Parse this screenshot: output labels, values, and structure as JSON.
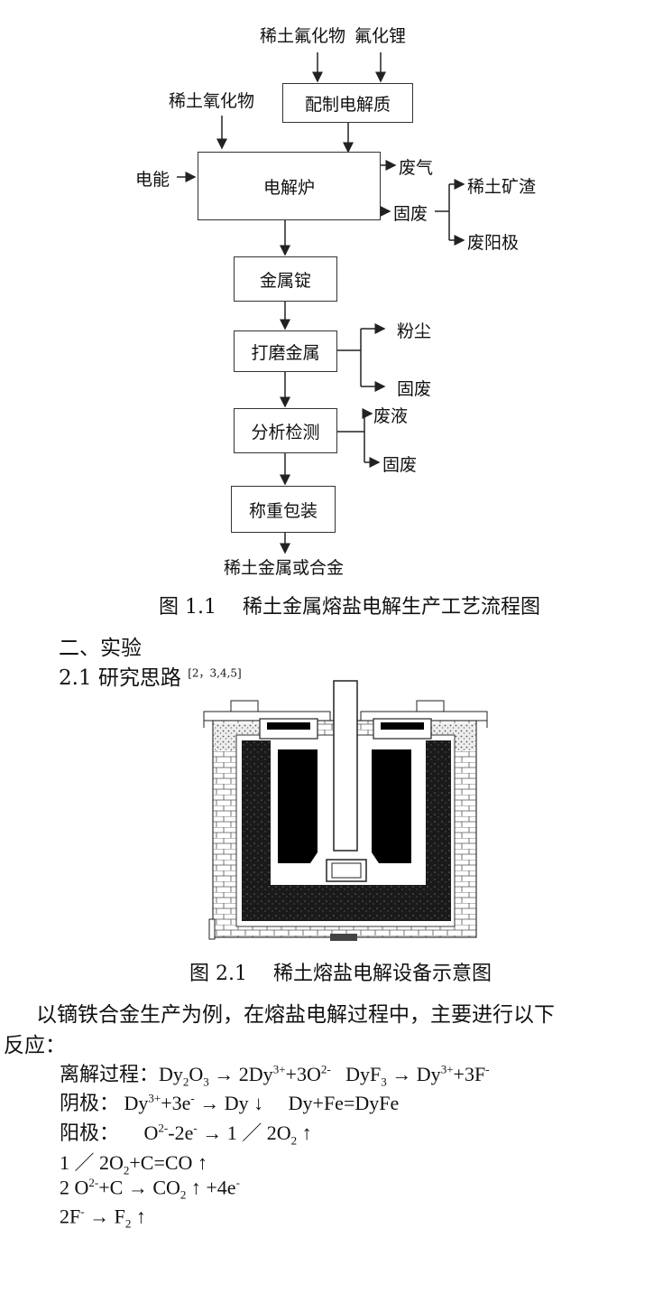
{
  "flowchart": {
    "input_rare_earth_fluoride": "稀土氟化物",
    "input_lithium_fluoride": "氟化锂",
    "input_rare_earth_oxide": "稀土氧化物",
    "input_electric_energy": "电能",
    "box_prepare_electrolyte": "配制电解质",
    "box_electrolysis_furnace": "电解炉",
    "out_waste_gas": "废气",
    "out_solid_waste_1": "固废",
    "out_rare_earth_slag": "稀土矿渣",
    "out_waste_anode": "废阳极",
    "box_metal_ingot": "金属锭",
    "box_grind_metal": "打磨金属",
    "out_dust": "粉尘",
    "out_solid_waste_2": "固废",
    "box_analysis": "分析检测",
    "out_waste_liquid": "废液",
    "out_solid_waste_3": "固废",
    "box_weigh_pack": "称重包装",
    "final_product": "稀土金属或合金"
  },
  "caption1": "图 1.1　 稀土金属熔盐电解生产工艺流程图",
  "section2": "二、实验",
  "section21": "2.1 研究思路",
  "section21_ref": "[2，3,4,5]",
  "caption2": "图 2.1　 稀土熔盐电解设备示意图",
  "paragraph_line1": "以镝铁合金生产为例，在熔盐电解过程中，主要进行以下",
  "paragraph_line2": "反应：",
  "equations": {
    "dissociation_label": "离解过程：",
    "cathode_label": "阴极：",
    "anode_label": "阳极："
  }
}
